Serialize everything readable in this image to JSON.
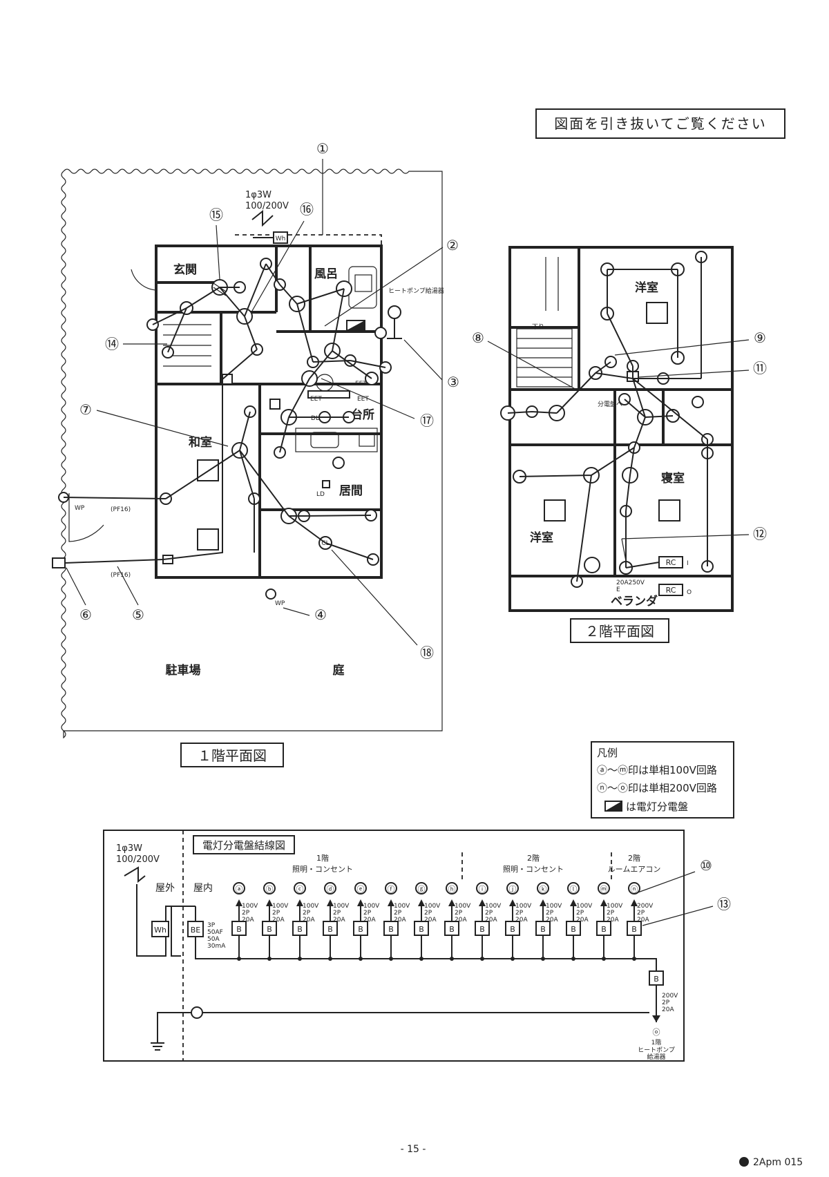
{
  "header": {
    "notice": "図面を引き抜いてご覧ください"
  },
  "floor1": {
    "title": "１階平面図",
    "supply": "1φ3W",
    "voltage": "100/200V",
    "wh_label": "Wh",
    "rooms": {
      "genkan": "玄関",
      "furo": "風呂",
      "washitsu": "和室",
      "daidokoro": "台所",
      "ima": "居間",
      "parking": "駐車場",
      "niwa": "庭"
    },
    "heatpump": "ヒートポンプ給湯器",
    "pf16_a": "(PF16)",
    "pf16_b": "(PF16)",
    "wp_a": "WP",
    "wp_b": "WP",
    "ld": "LD",
    "eet_a": "EET",
    "eet_b": "EET",
    "eet_c": "EET",
    "dl": "DL",
    "cl": "CL",
    "callouts": [
      "①",
      "②",
      "③",
      "④",
      "⑤",
      "⑥",
      "⑦",
      "⑭",
      "⑮",
      "⑯",
      "⑰",
      "⑱"
    ]
  },
  "floor2": {
    "title": "２階平面図",
    "rooms": {
      "yoshitsu_a": "洋室",
      "yoshitsu_b": "洋室",
      "shinshitsu": "寝室",
      "veranda": "ベランダ"
    },
    "to_panel": "分電盤へ",
    "rc_a": "RC",
    "rc_b": "RC",
    "rc_sub_a": "I",
    "rc_sub_b": "O",
    "outlet_rating": "20A250V",
    "outlet_e": "E",
    "down": "下り",
    "callouts": [
      "⑧",
      "⑨",
      "⑪",
      "⑫"
    ]
  },
  "legend": {
    "title": "凡例",
    "line1": "ⓐ～ⓜ印は単相100V回路",
    "line2": "ⓝ～ⓞ印は単相200V回路",
    "line3": "は電灯分電盤"
  },
  "panel": {
    "title": "電灯分電盤結線図",
    "supply": "1φ3W",
    "voltage": "100/200V",
    "outside": "屋外",
    "inside": "屋内",
    "wh": "Wh",
    "be": "BE",
    "be_spec": [
      "3P",
      "50AF",
      "50A",
      "30mA"
    ],
    "group1": "1階",
    "group1_sub": "照明・コンセント",
    "group2": "2階",
    "group2_sub": "照明・コンセント",
    "group3": "2階",
    "group3_sub": "ルームエアコン",
    "breaker_label": "B",
    "circuits": [
      {
        "id": "ⓐ",
        "v": "100V",
        "p": "2P",
        "a": "20A"
      },
      {
        "id": "ⓑ",
        "v": "100V",
        "p": "2P",
        "a": "20A"
      },
      {
        "id": "ⓒ",
        "v": "100V",
        "p": "2P",
        "a": "20A"
      },
      {
        "id": "ⓓ",
        "v": "100V",
        "p": "2P",
        "a": "20A"
      },
      {
        "id": "ⓔ",
        "v": "100V",
        "p": "2P",
        "a": "20A"
      },
      {
        "id": "ⓕ",
        "v": "100V",
        "p": "2P",
        "a": "20A"
      },
      {
        "id": "ⓖ",
        "v": "100V",
        "p": "2P",
        "a": "20A"
      },
      {
        "id": "ⓗ",
        "v": "100V",
        "p": "2P",
        "a": "20A"
      },
      {
        "id": "ⓘ",
        "v": "100V",
        "p": "2P",
        "a": "20A"
      },
      {
        "id": "ⓙ",
        "v": "100V",
        "p": "2P",
        "a": "20A"
      },
      {
        "id": "ⓚ",
        "v": "100V",
        "p": "2P",
        "a": "20A"
      },
      {
        "id": "ⓛ",
        "v": "100V",
        "p": "2P",
        "a": "20A"
      },
      {
        "id": "ⓜ",
        "v": "100V",
        "p": "2P",
        "a": "20A"
      },
      {
        "id": "ⓝ",
        "v": "200V",
        "p": "2P",
        "a": "20A"
      }
    ],
    "hp": {
      "id": "ⓞ",
      "v": "200V",
      "p": "2P",
      "a": "20A",
      "floor": "1階",
      "name1": "ヒートポンプ",
      "name2": "給湯器"
    },
    "callouts": [
      "⑩",
      "⑬"
    ]
  },
  "footer": {
    "page": "- 15 -",
    "code": "2Apm 015"
  }
}
